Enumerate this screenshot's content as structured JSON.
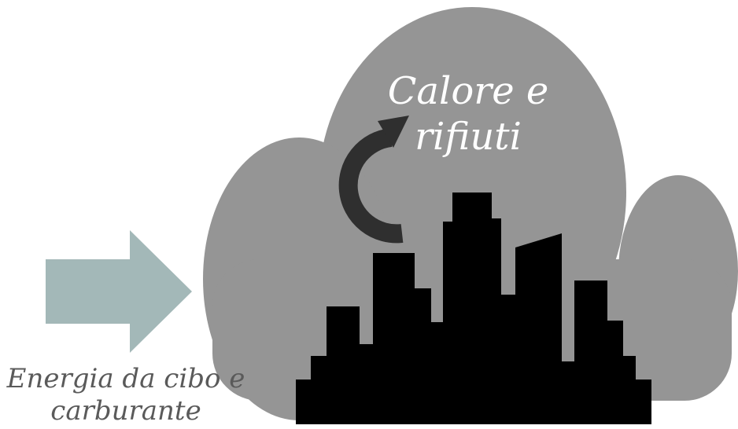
{
  "output_label": {
    "line1": "Calore e",
    "line2": "rifiuti"
  },
  "input_label": {
    "line1": "Energia da cibo e",
    "line2": "carburante"
  },
  "colors": {
    "cloud": "#959595",
    "city": "#000000",
    "input_arrow": "#a3b8b8",
    "cycle_arrow": "#2f2f2f",
    "output_text": "#ffffff",
    "input_text": "#5a5a5a"
  }
}
